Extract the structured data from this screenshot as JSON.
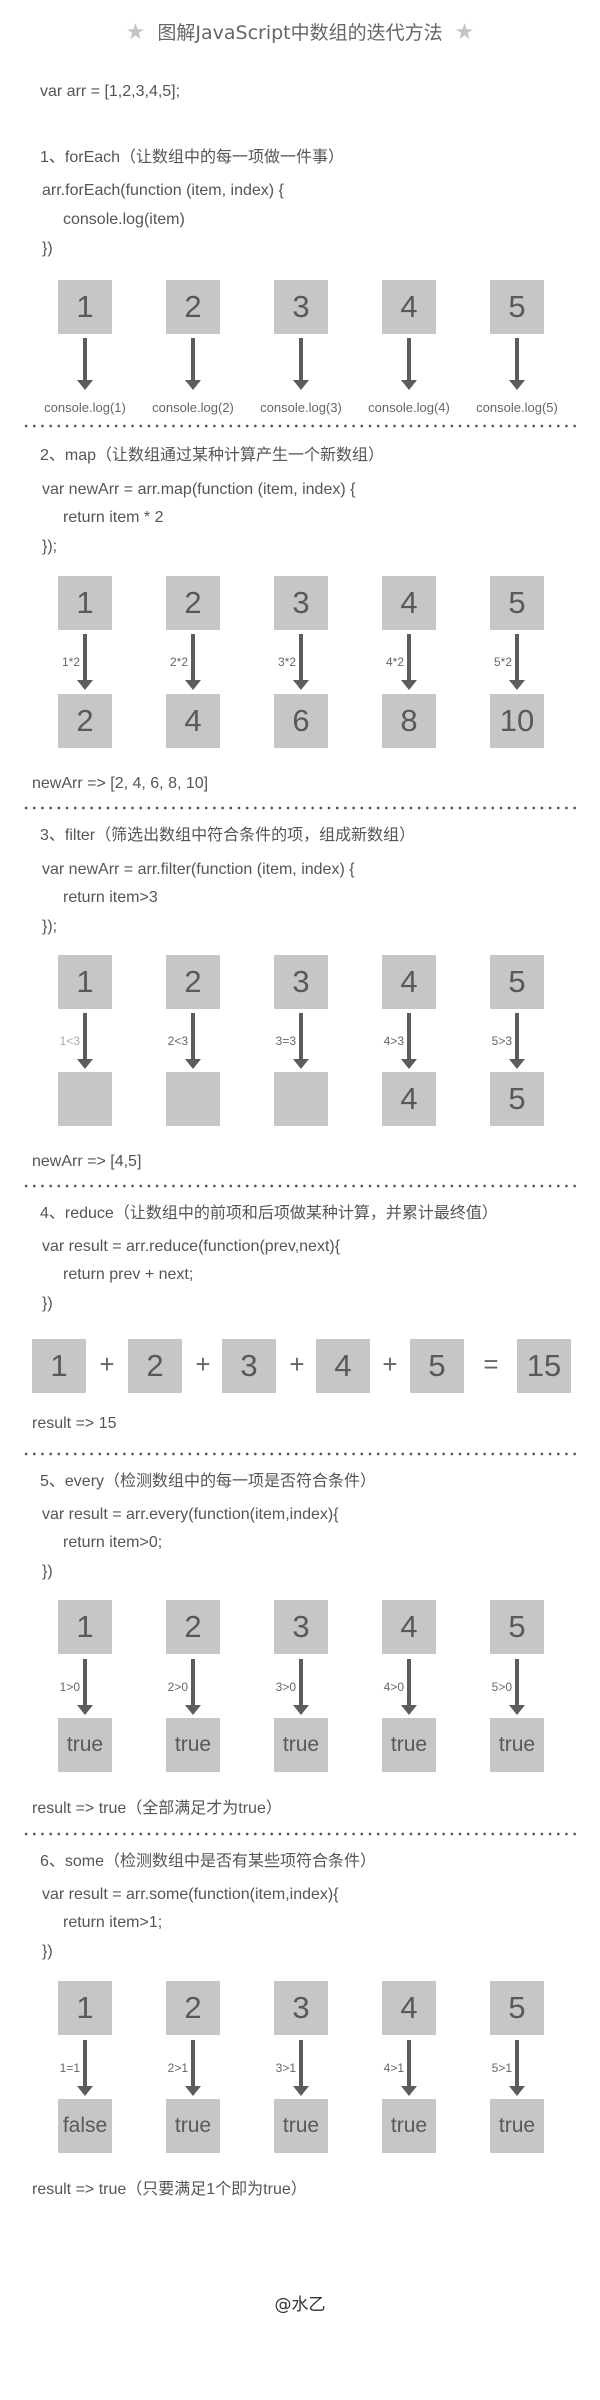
{
  "title": {
    "text": "图解JavaScript中数组的迭代方法",
    "star_left": "★",
    "star_right": "★"
  },
  "init_code": "var arr = [1,2,3,4,5];",
  "sections": {
    "forEach": {
      "heading": "1、forEach（让数组中的每一项做一件事）",
      "code": [
        "arr.forEach(function (item, index) {",
        "console.log(item)",
        "})"
      ],
      "inputs": [
        "1",
        "2",
        "3",
        "4",
        "5"
      ],
      "outputs": [
        "console.log(1)",
        "console.log(2)",
        "console.log(3)",
        "console.log(4)",
        "console.log(5)"
      ]
    },
    "map": {
      "heading": "2、map（让数组通过某种计算产生一个新数组）",
      "code": [
        "var newArr = arr.map(function (item, index) {",
        "return item * 2",
        "});"
      ],
      "inputs": [
        "1",
        "2",
        "3",
        "4",
        "5"
      ],
      "labels": [
        "1*2",
        "2*2",
        "3*2",
        "4*2",
        "5*2"
      ],
      "outputs": [
        "2",
        "4",
        "6",
        "8",
        "10"
      ],
      "result": "newArr => [2, 4, 6, 8, 10]"
    },
    "filter": {
      "heading": "3、filter（筛选出数组中符合条件的项，组成新数组）",
      "code": [
        "var newArr = arr.filter(function (item, index) {",
        "return item>3",
        "});"
      ],
      "inputs": [
        "1",
        "2",
        "3",
        "4",
        "5"
      ],
      "labels": [
        "1<3",
        "2<3",
        "3=3",
        "4>3",
        "5>3"
      ],
      "outputs": [
        "",
        "",
        "",
        "4",
        "5"
      ],
      "result": "newArr => [4,5]"
    },
    "reduce": {
      "heading": "4、reduce（让数组中的前项和后项做某种计算，并累计最终值）",
      "code": [
        "var result = arr.reduce(function(prev,next){",
        "return prev + next;",
        "})"
      ],
      "terms": [
        "1",
        "2",
        "3",
        "4",
        "5"
      ],
      "plus": "+",
      "equals": "=",
      "total": "15",
      "result": "result => 15"
    },
    "every": {
      "heading": "5、every（检测数组中的每一项是否符合条件）",
      "code": [
        "var result = arr.every(function(item,index){",
        "return item>0;",
        "})"
      ],
      "inputs": [
        "1",
        "2",
        "3",
        "4",
        "5"
      ],
      "labels": [
        "1>0",
        "2>0",
        "3>0",
        "4>0",
        "5>0"
      ],
      "outputs": [
        "true",
        "true",
        "true",
        "true",
        "true"
      ],
      "result": "result => true（全部满足才为true）"
    },
    "some": {
      "heading": "6、some（检测数组中是否有某些项符合条件）",
      "code": [
        "var result = arr.some(function(item,index){",
        "return item>1;",
        "})"
      ],
      "inputs": [
        "1",
        "2",
        "3",
        "4",
        "5"
      ],
      "labels": [
        "1=1",
        "2>1",
        "3>1",
        "4>1",
        "5>1"
      ],
      "outputs": [
        "false",
        "true",
        "true",
        "true",
        "true"
      ],
      "result": "result => true（只要满足1个即为true）"
    }
  },
  "footer": "@水乙",
  "colors": {
    "box": "#c6c6c6",
    "arrow": "#5c5c5c",
    "text": "#555555",
    "star": "#c4c4c4"
  }
}
